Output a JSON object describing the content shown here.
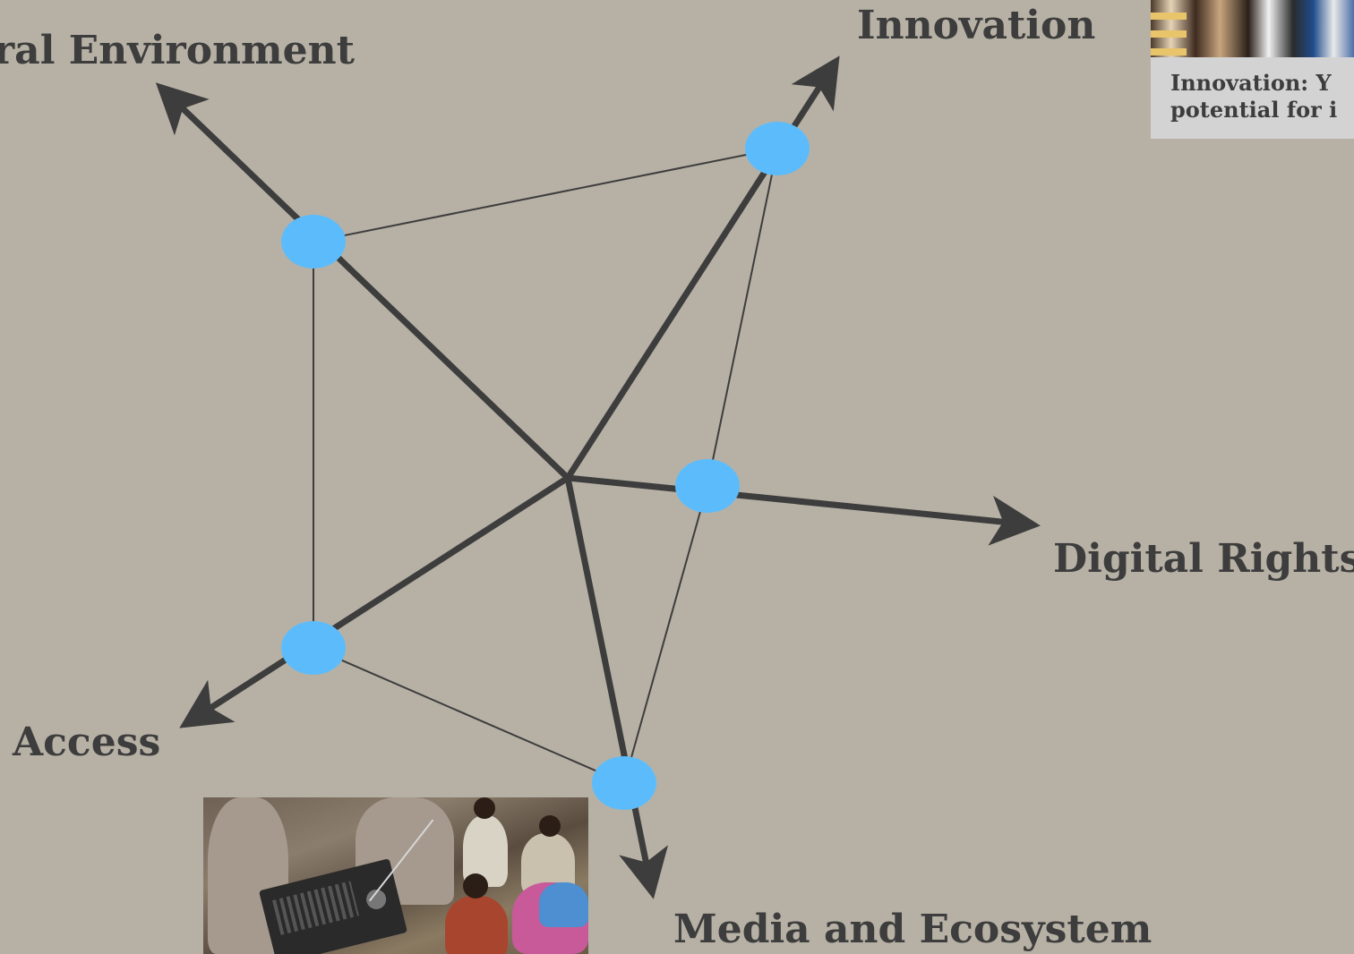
{
  "diagram": {
    "axes": [
      {
        "id": "legal",
        "label": "Legal and Regulatory Environment",
        "shown_label": "ral Environment"
      },
      {
        "id": "innovation",
        "label": "Innovation"
      },
      {
        "id": "digital_rights",
        "label": "Digital Rights"
      },
      {
        "id": "media",
        "label": "Media and Ecosystem"
      },
      {
        "id": "access",
        "label": "Access"
      }
    ],
    "colors": {
      "background": "#b7b1a5",
      "arrow": "#3d3d3d",
      "node": "#5cbcfb",
      "connector": "#3d3d3d"
    }
  },
  "caption": {
    "text": "Innovation: Y\npotential for i"
  }
}
